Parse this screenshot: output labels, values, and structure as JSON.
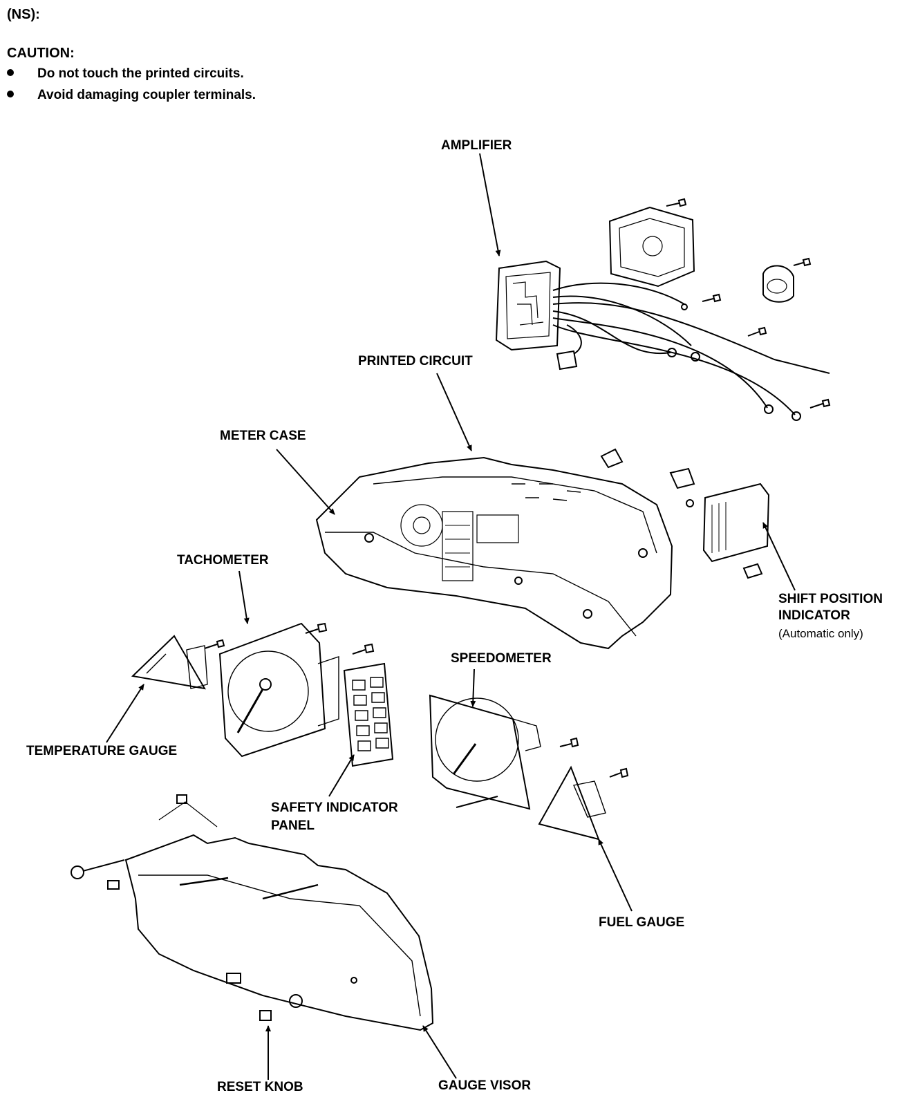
{
  "header": {
    "title": "(NS):"
  },
  "caution": {
    "title": "CAUTION:",
    "items": [
      "Do not touch the printed circuits.",
      "Avoid damaging coupler terminals."
    ]
  },
  "labels": {
    "amplifier": "AMPLIFIER",
    "printed_circuit": "PRINTED CIRCUIT",
    "meter_case": "METER CASE",
    "tachometer": "TACHOMETER",
    "shift_position_line1": "SHIFT POSITION",
    "shift_position_line2": "INDICATOR",
    "shift_position_note": "(Automatic only)",
    "speedometer": "SPEEDOMETER",
    "temperature_gauge": "TEMPERATURE GAUGE",
    "safety_indicator_line1": "SAFETY INDICATOR",
    "safety_indicator_line2": "PANEL",
    "fuel_gauge": "FUEL GAUGE",
    "reset_knob": "RESET KNOB",
    "gauge_visor": "GAUGE VISOR"
  }
}
